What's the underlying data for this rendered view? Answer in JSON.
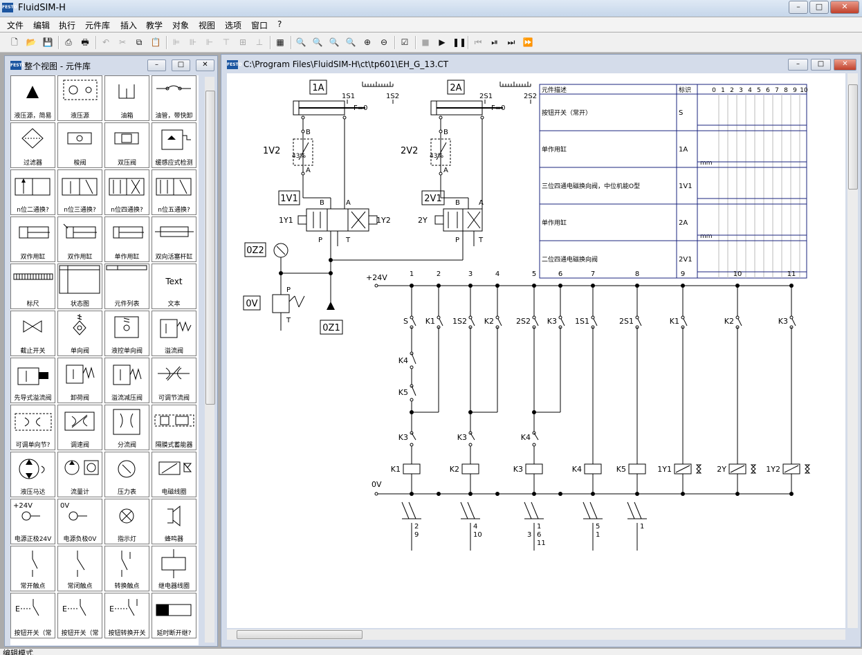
{
  "app": {
    "title": "FluidSIM-H",
    "logo_text": "FESTO"
  },
  "window_buttons": {
    "minimize": "–",
    "maximize": "□",
    "close": "✕"
  },
  "menu": [
    "文件",
    "编辑",
    "执行",
    "元件库",
    "插入",
    "教学",
    "对象",
    "视图",
    "选项",
    "窗口",
    "?"
  ],
  "toolbar_icons": [
    "new-icon",
    "open-icon",
    "save-icon",
    "print-preview-icon",
    "print-icon",
    "undo-icon",
    "cut-icon",
    "copy-icon",
    "paste-icon",
    "align-left-icon",
    "align-center-icon",
    "align-right-icon",
    "align-top-icon",
    "align-middle-icon",
    "align-bottom-icon",
    "grid-icon",
    "zoom-100-icon",
    "zoom-fit-icon",
    "zoom-window-icon",
    "zoom-previous-icon",
    "zoom-in-icon",
    "zoom-out-icon",
    "check-drawing-icon",
    "stop-icon",
    "play-icon",
    "pause-icon",
    "reset-icon",
    "step-icon",
    "run-to-end-icon",
    "skip-end-icon"
  ],
  "library": {
    "title": "整个视图 - 元件库",
    "items": [
      [
        "液压源，简易",
        "液压源",
        "油箱",
        "油管，带快卸"
      ],
      [
        "过滤器",
        "梭阀",
        "双压阀",
        "缓感应式检测"
      ],
      [
        "n位二通换?",
        "n位三通换?",
        "n位四通换?",
        "n位五通换?"
      ],
      [
        "双作用缸",
        "双作用缸",
        "单作用缸",
        "双向活塞杆缸"
      ],
      [
        "标尺",
        "状态图",
        "元件列表",
        "文本"
      ],
      [
        "截止开关",
        "单向阀",
        "液控单向阀",
        "溢流阀"
      ],
      [
        "先导式溢流阀",
        "卸荷阀",
        "溢流减压阀",
        "可调节流阀"
      ],
      [
        "可调单向节?",
        "调速阀",
        "分流阀",
        "隔膜式蓄能器"
      ],
      [
        "液压马达",
        "流量计",
        "压力表",
        "电磁线圈"
      ],
      [
        "电源正极24V",
        "电源负极0V",
        "指示灯",
        "蜂鸣器"
      ],
      [
        "常开触点",
        "常闭触点",
        "转换触点",
        "继电器线圈"
      ],
      [
        "按钮开关（常",
        "按钮开关（常",
        "按钮转换开关",
        "延时断开继?"
      ]
    ],
    "icon_text": {
      "text_tile": "Text",
      "plus24": "+24V",
      "zero": "0V"
    }
  },
  "document": {
    "title": "C:\\Program Files\\FluidSIM-H\\ct\\tp601\\EH_G_13.CT",
    "hydraulic_labels": {
      "cyl1": "1A",
      "cyl2": "2A",
      "s1a": "1S1",
      "s1b": "1S2",
      "s2a": "2S1",
      "s2b": "2S2",
      "force": "F=0",
      "v1": "1V2",
      "v2": "2V2",
      "valve1": "1V1",
      "valve2": "2V1",
      "y1a": "1Y1",
      "y1b": "1Y2",
      "y2": "2Y",
      "pct": "43%",
      "port_b": "B",
      "port_a": "A",
      "port_p": "P",
      "port_t": "T",
      "gauge": "0Z2",
      "relief": "0V",
      "pump": "0Z1"
    },
    "component_table": {
      "headers": {
        "desc": "元件描述",
        "id": "标识",
        "scale": [
          "0",
          "1",
          "2",
          "3",
          "4",
          "5",
          "6",
          "7",
          "8",
          "9",
          "10"
        ]
      },
      "unit": "mm",
      "rows": [
        {
          "desc": "按钮开关（常开）",
          "id": "S"
        },
        {
          "desc": "单作用缸",
          "id": "1A",
          "unit": true
        },
        {
          "desc": "三位四通电磁换向阀，中位机能O型",
          "id": "1V1"
        },
        {
          "desc": "单作用缸",
          "id": "2A",
          "unit": true
        },
        {
          "desc": "二位四通电磁换向阀",
          "id": "2V1"
        }
      ]
    },
    "circuit": {
      "supply_pos": "+24V",
      "supply_neg": "0V",
      "rungs": [
        "1",
        "2",
        "3",
        "4",
        "5",
        "6",
        "7",
        "8",
        "9",
        "10",
        "11"
      ],
      "contacts_top": [
        "S",
        "K1",
        "1S2",
        "K2",
        "2S2",
        "K3",
        "1S1",
        "2S1",
        "K1",
        "K2",
        "K3"
      ],
      "contacts_mid": [
        "K4",
        "K5"
      ],
      "contacts_low": [
        "K3",
        "K3",
        "K4"
      ],
      "coils": [
        "K1",
        "K2",
        "K3",
        "K4",
        "K5",
        "1Y1",
        "2Y",
        "1Y2"
      ],
      "xref": [
        {
          "a": "2",
          "b": "9"
        },
        {
          "a": "4",
          "b": "10"
        },
        {
          "a": "1",
          "b": "6",
          "c": "3",
          "d": "11"
        },
        {
          "a": "5",
          "b": "1"
        },
        {
          "a": "1"
        }
      ]
    }
  },
  "status": {
    "text": "编辑模式"
  },
  "colors": {
    "titlebar": "#c5d6ea",
    "panel": "#d4dcea",
    "table_line": "#1a237e",
    "close": "#c0402a"
  }
}
